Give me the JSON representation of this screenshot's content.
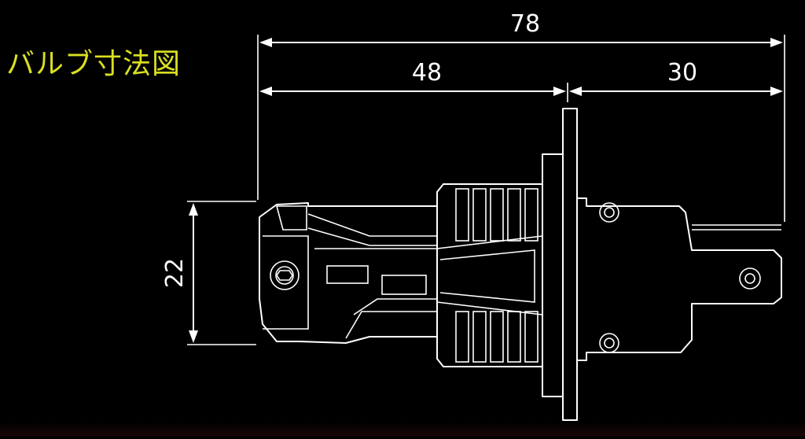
{
  "title": "バルブ寸法図",
  "dimensions": {
    "total_length": "78",
    "front_length": "48",
    "rear_length": "30",
    "diameter": "22"
  },
  "colors": {
    "background": "#000000",
    "title": "#d9e021",
    "lines": "#ffffff"
  }
}
